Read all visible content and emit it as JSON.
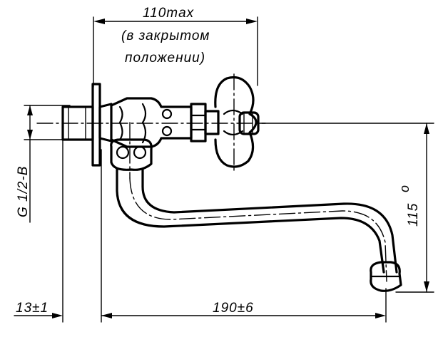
{
  "dimensions": {
    "top_width": "110max",
    "top_note_line1": "(в закрытом",
    "top_note_line2": "положении)",
    "thread": "G 1/2-B",
    "height": "115",
    "height_sup": "о",
    "bottom_length": "190±6",
    "wall_offset": "13±1"
  }
}
